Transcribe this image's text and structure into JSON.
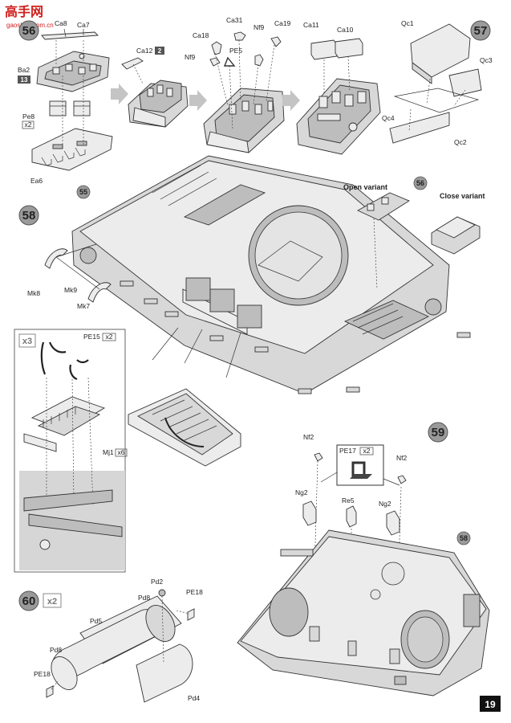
{
  "watermark": {
    "text": "高手网",
    "url": "gaoshou.com.cn"
  },
  "page_number": "19",
  "steps": {
    "s56": {
      "number": "56"
    },
    "s57": {
      "number": "57"
    },
    "s58": {
      "number": "58"
    },
    "s59": {
      "number": "59"
    },
    "s60": {
      "number": "60",
      "multiplier": "x2"
    }
  },
  "step56_labels": {
    "ca8": "Ca8",
    "ca7": "Ca7",
    "ba2": "Ba2",
    "ba2_qty": "13",
    "pe8": "Pe8",
    "pe8_qty": "x2",
    "ea6": "Ea6",
    "ca12": "Ca12",
    "ca12_qty": "2",
    "ca18": "Ca18",
    "ca31": "Ca31",
    "nf9_a": "Nf9",
    "nf9_b": "Nf9",
    "ca19": "Ca19",
    "pe5": "PE5",
    "ca11": "Ca11",
    "ca10": "Ca10"
  },
  "step57_labels": {
    "qc1": "Qc1",
    "qc3": "Qc3",
    "qc4": "Qc4",
    "qc2": "Qc2"
  },
  "step58_labels": {
    "open_variant": "Open variant",
    "close_variant": "Close variant",
    "ref55": "55",
    "ref56": "56",
    "mk8": "Mk8",
    "mk9": "Mk9",
    "mk7": "Mk7"
  },
  "detail_box": {
    "multiplier": "x3",
    "pe15": "PE15",
    "pe15_qty": "x2",
    "mj1": "Mj1",
    "mj1_qty": "x6"
  },
  "step59_labels": {
    "nf2_left": "Nf2",
    "nf2_right": "Nf2",
    "pe17": "PE17",
    "pe17_qty": "x2",
    "ng2_left": "Ng2",
    "ng2_right": "Ng2",
    "re5": "Re5",
    "ref58": "58"
  },
  "step60_labels": {
    "pd2": "Pd2",
    "pe18_top": "PE18",
    "pd8_top": "Pd8",
    "pd5": "Pd5",
    "pd8_bottom": "Pd8",
    "pe18_bottom": "PE18",
    "pd4": "Pd4"
  }
}
